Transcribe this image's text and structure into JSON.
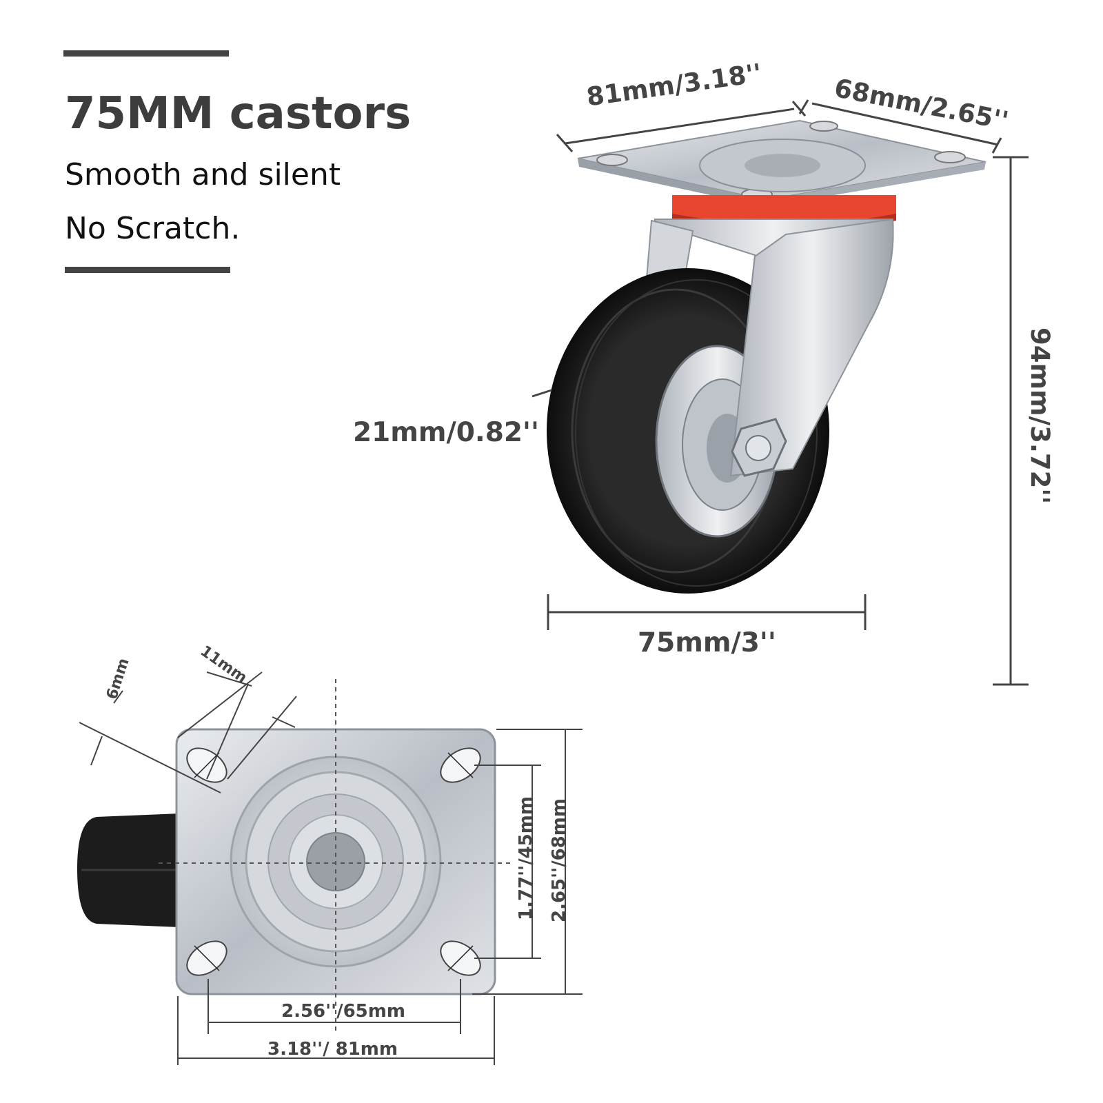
{
  "heading": {
    "title": "75MM castors",
    "line1": "Smooth and silent",
    "line2": "No Scratch."
  },
  "dimensions": {
    "plate_length": "81mm/3.18''",
    "plate_width": "68mm/2.65''",
    "total_height": "94mm/3.72''",
    "wheel_width": "21mm/0.82''",
    "wheel_diameter": "75mm/3''",
    "slot_width": "6mm",
    "slot_length": "11mm",
    "hole_spacing_vertical": "1.77''/45mm",
    "plate_height_side": "2.65''/68mm",
    "hole_spacing_horizontal": "2.56''/65mm",
    "plate_width_bottom": "3.18''/ 81mm"
  },
  "colors": {
    "text": "#444444",
    "steel": "#c9cdd3",
    "rubber": "#1b1b1b",
    "red_washer": "#e8452e"
  }
}
